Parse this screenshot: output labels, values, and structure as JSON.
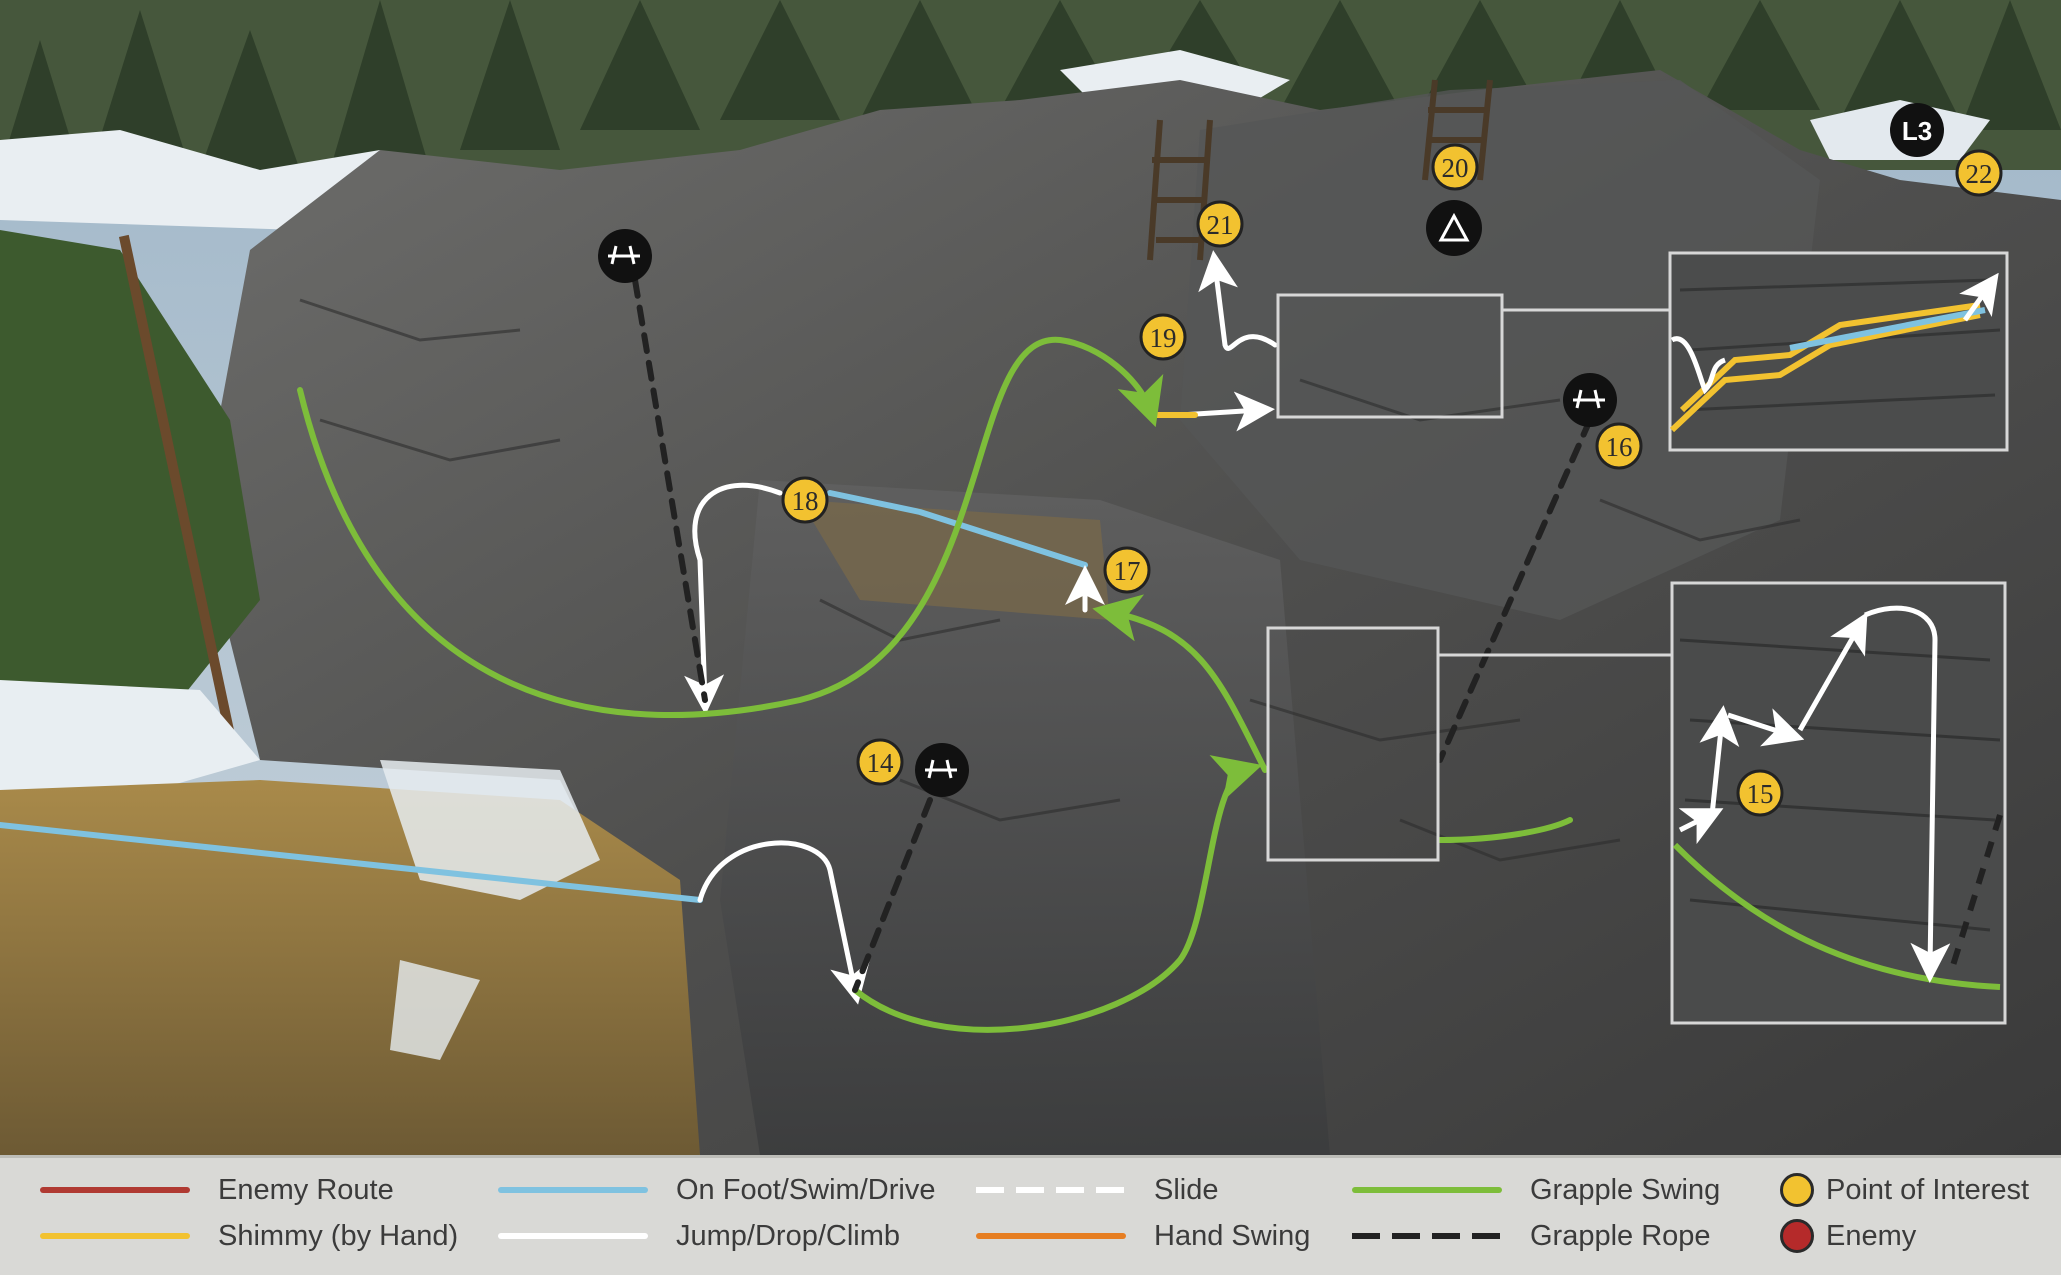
{
  "markers": [
    {
      "label": "14"
    },
    {
      "label": "15"
    },
    {
      "label": "16"
    },
    {
      "label": "17"
    },
    {
      "label": "18"
    },
    {
      "label": "19"
    },
    {
      "label": "20"
    },
    {
      "label": "21"
    },
    {
      "label": "22"
    }
  ],
  "buttons": {
    "l3": "L3"
  },
  "legend": {
    "enemy_route": "Enemy Route",
    "shimmy": "Shimmy (by Hand)",
    "on_foot": "On Foot/Swim/Drive",
    "jump": "Jump/Drop/Climb",
    "slide": "Slide",
    "hand_swing": "Hand Swing",
    "grapple_swing": "Grapple Swing",
    "grapple_rope": "Grapple Rope",
    "poi": "Point of Interest",
    "enemy": "Enemy"
  },
  "colors": {
    "enemy_route": "#b03a32",
    "shimmy": "#f2c230",
    "on_foot": "#7fc2e0",
    "jump": "#ffffff",
    "slide": "#ffffff",
    "hand_swing": "#e67e22",
    "grapple_swing": "#7dbd3a",
    "grapple_rope": "#222222",
    "poi": "#f2c230",
    "enemy": "#b52a2a"
  },
  "icons": [
    "grapple-point-icon",
    "triangle-button-icon",
    "l3-button-icon"
  ]
}
